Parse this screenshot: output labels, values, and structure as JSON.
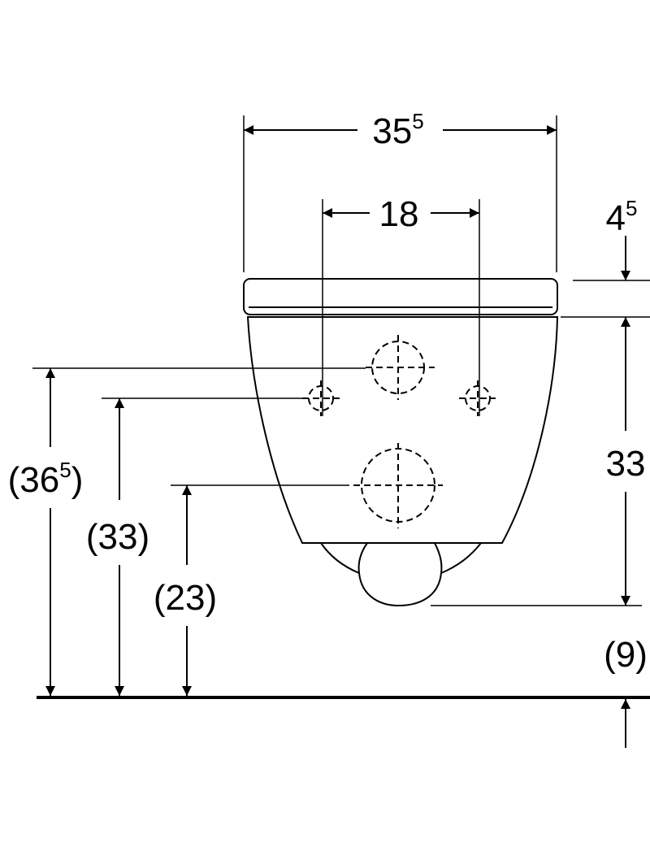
{
  "dimensions": {
    "overall_width": {
      "main": "35",
      "sup": "5"
    },
    "fixing_spacing": "18",
    "seat_height_offset": {
      "main": "4",
      "sup": "5"
    },
    "bowl_height": "33",
    "floor_offset": "(9)",
    "top_fixing_height": {
      "pre": "(36",
      "sup": "5",
      "post": ")"
    },
    "side_fixing_height": "(33)",
    "outlet_height": "(23)"
  },
  "colors": {
    "line": "#000000",
    "background": "#ffffff"
  }
}
